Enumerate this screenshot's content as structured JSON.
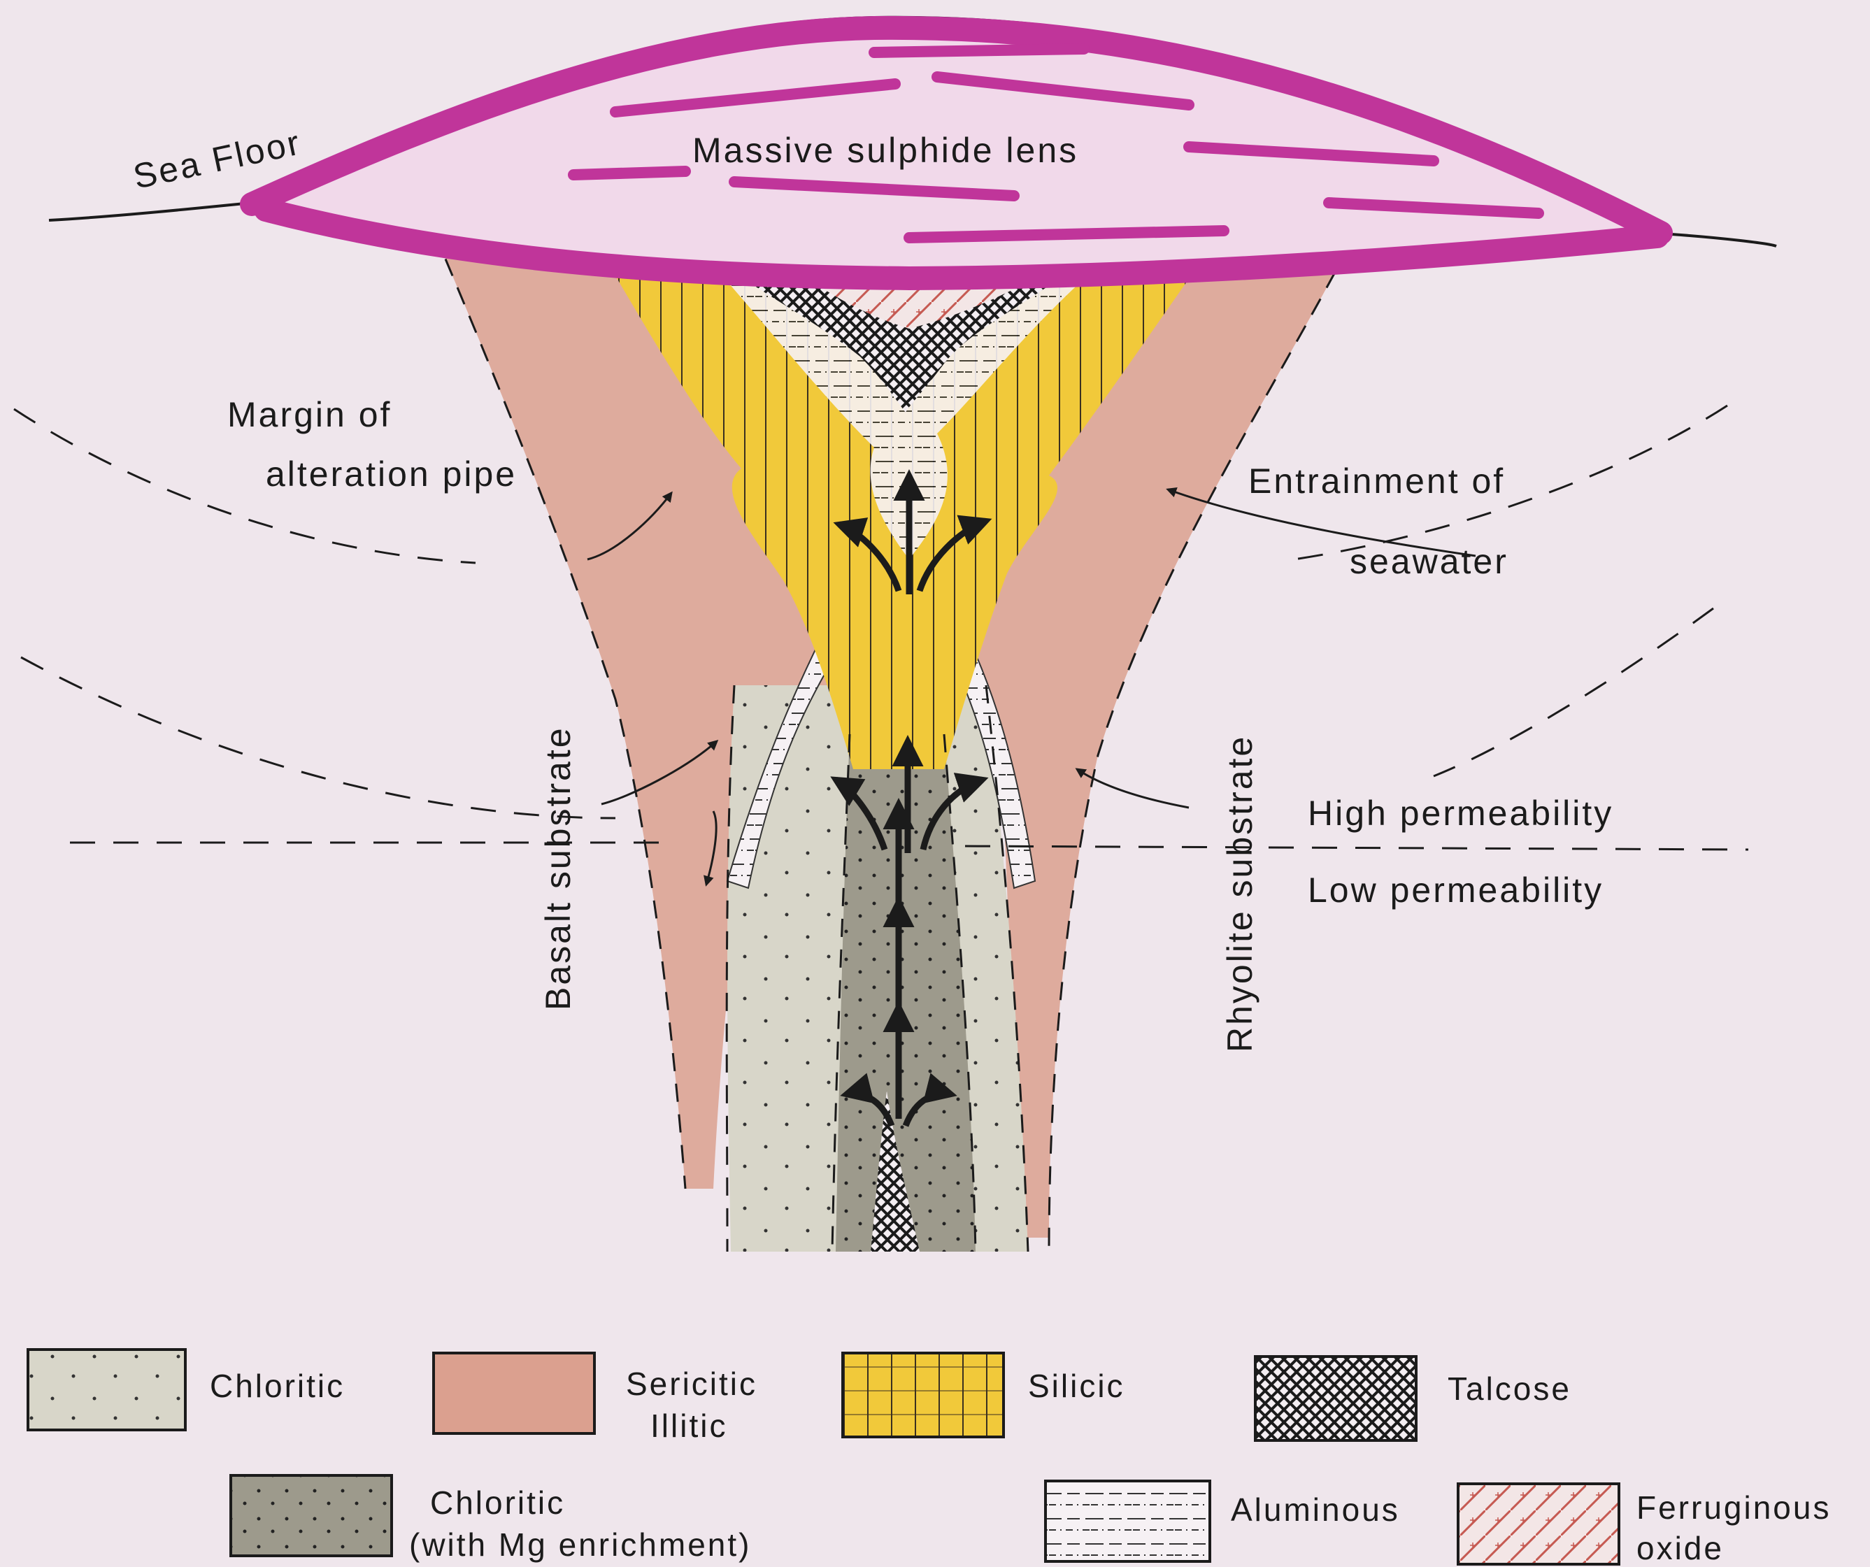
{
  "labels": {
    "sea_floor": "Sea Floor",
    "lens": "Massive sulphide lens",
    "margin_line1": "Margin of",
    "margin_line2": "alteration pipe",
    "entrainment_line1": "Entrainment of",
    "entrainment_line2": "seawater",
    "basalt": "Basalt substrate",
    "rhyolite": "Rhyolite substrate",
    "high_perm": "High permeability",
    "low_perm": "Low permeability"
  },
  "legend": {
    "chloritic": "Chloritic",
    "sericitic_line1": "Sericitic",
    "sericitic_line2": "Illitic",
    "silicic": "Silicic",
    "talcose": "Talcose",
    "chloritic_mg_line1": "Chloritic",
    "chloritic_mg_line2": "(with Mg enrichment)",
    "aluminous": "Aluminous",
    "ferruginous_line1": "Ferruginous",
    "ferruginous_line2": "oxide"
  },
  "colors": {
    "background": "#efe6ec",
    "massive_sulphide": "#c0359a",
    "sericitic": "#dba08f",
    "silicic": "#f1c93a",
    "chloritic": "#d8d6c9",
    "chloritic_mg": "#9d9a8c",
    "ferruginous": "#c65a52",
    "line": "#1b1b1b"
  }
}
